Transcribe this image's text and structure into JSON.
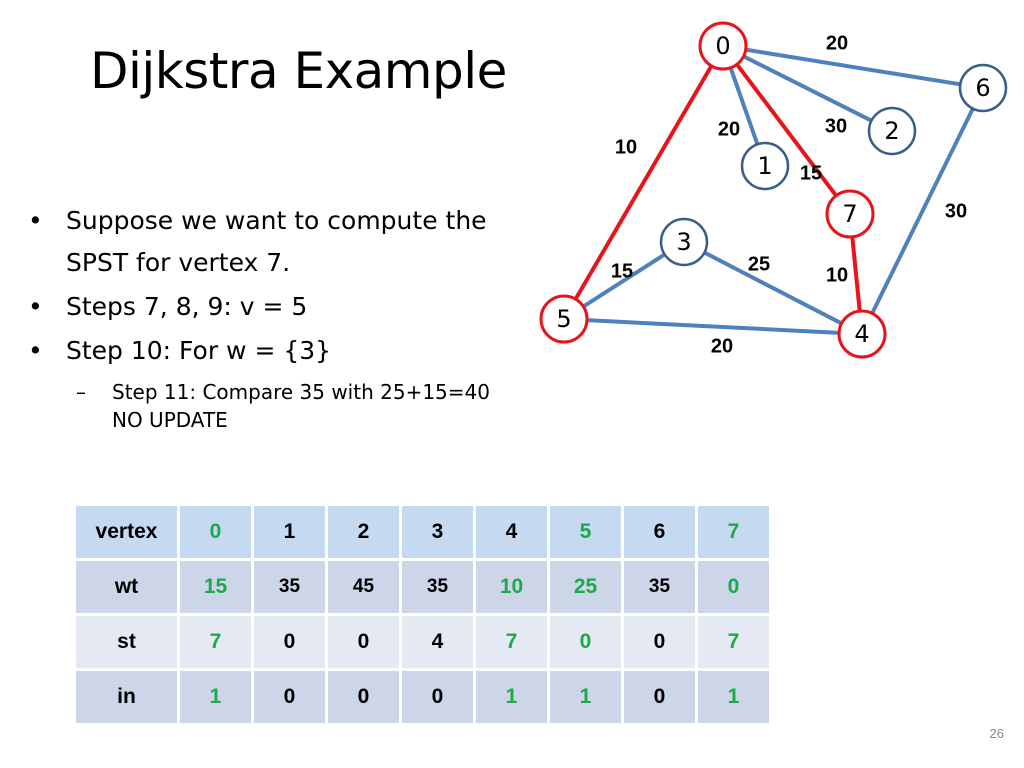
{
  "title": "Dijkstra Example",
  "bullets": [
    "Suppose we want to compute the SPST for vertex 7.",
    "Steps 7, 8, 9: v = 5",
    "Step 10: For w = {3}"
  ],
  "sub_bullet_lines": [
    "Step 11: Compare 35 with 25+15=40",
    "NO UPDATE"
  ],
  "colors": {
    "tree_edge": "#e8141b",
    "other_edge": "#4f81bd",
    "in_tree": "#1aaa4a"
  },
  "graph": {
    "nodes": [
      "0",
      "1",
      "2",
      "3",
      "4",
      "5",
      "6",
      "7"
    ],
    "edges": [
      {
        "from": "0",
        "to": "6",
        "weight": "20",
        "in_tree": false
      },
      {
        "from": "0",
        "to": "2",
        "weight": "30",
        "in_tree": false
      },
      {
        "from": "0",
        "to": "1",
        "weight": "20",
        "in_tree": false
      },
      {
        "from": "0",
        "to": "7",
        "weight": "15",
        "in_tree": true
      },
      {
        "from": "0",
        "to": "5",
        "weight": "10",
        "in_tree": true
      },
      {
        "from": "7",
        "to": "4",
        "weight": "10",
        "in_tree": true
      },
      {
        "from": "6",
        "to": "4",
        "weight": "30",
        "in_tree": false
      },
      {
        "from": "3",
        "to": "5",
        "weight": "15",
        "in_tree": false
      },
      {
        "from": "3",
        "to": "4",
        "weight": "25",
        "in_tree": false
      },
      {
        "from": "5",
        "to": "4",
        "weight": "20",
        "in_tree": false
      }
    ],
    "red_nodes": [
      "0",
      "7",
      "5",
      "4"
    ]
  },
  "table": {
    "headers": [
      "vertex",
      "wt",
      "st",
      "in"
    ],
    "columns": [
      "0",
      "1",
      "2",
      "3",
      "4",
      "5",
      "6",
      "7"
    ],
    "rows": [
      [
        "0",
        "1",
        "2",
        "3",
        "4",
        "5",
        "6",
        "7"
      ],
      [
        "15",
        "35",
        "45",
        "35",
        "10",
        "25",
        "35",
        "0"
      ],
      [
        "7",
        "0",
        "0",
        "4",
        "7",
        "0",
        "0",
        "7"
      ],
      [
        "1",
        "0",
        "0",
        "0",
        "1",
        "1",
        "0",
        "1"
      ]
    ],
    "highlighted_columns": [
      "0",
      "4",
      "5",
      "7"
    ],
    "row0_highlighted_columns": [
      "0",
      "5",
      "7"
    ]
  },
  "page_number": "26"
}
